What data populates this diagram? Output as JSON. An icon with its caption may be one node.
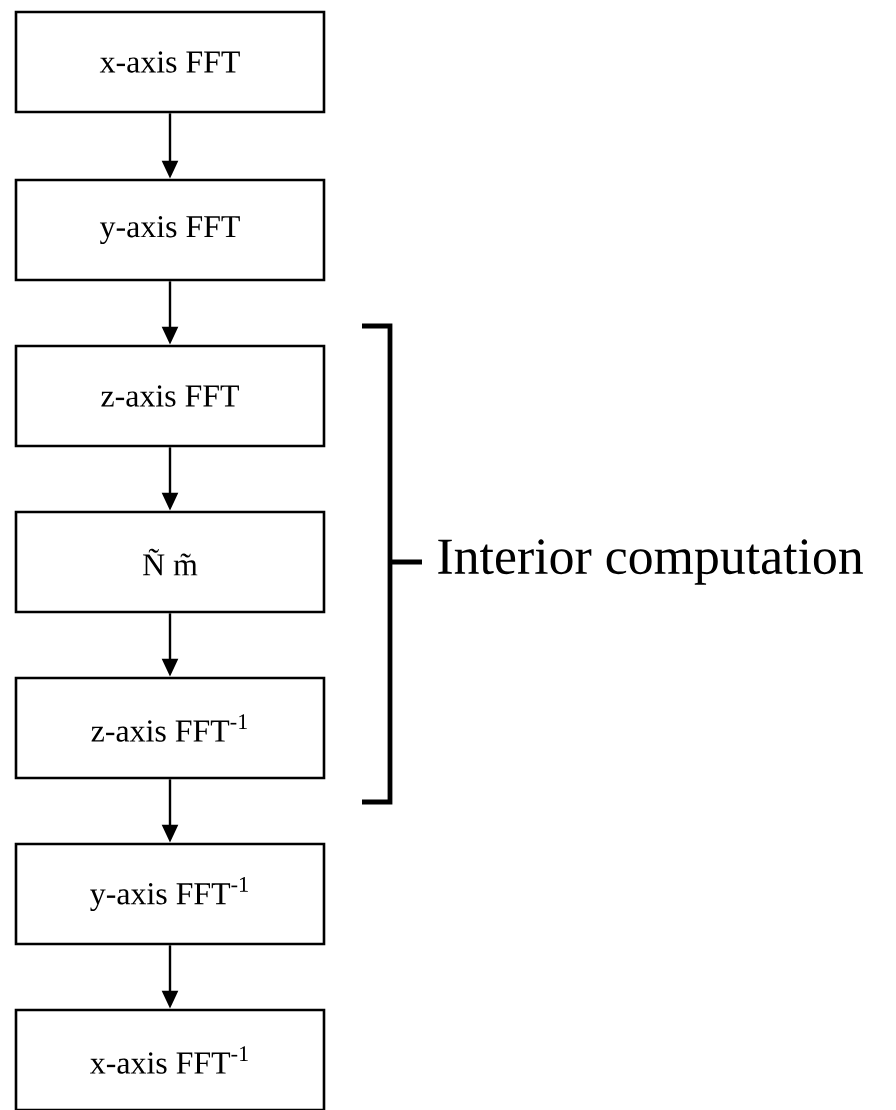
{
  "diagram": {
    "nodes": [
      {
        "text": [
          "x-axis FFT"
        ]
      },
      {
        "text": [
          "y-axis FFT"
        ]
      },
      {
        "text": [
          "z-axis FFT"
        ]
      },
      {
        "text": [
          "Ñ m̃"
        ]
      },
      {
        "text": [
          "z-axis FFT$^{-1}$"
        ]
      },
      {
        "text": [
          "y-axis FFT$^{-1}$"
        ]
      },
      {
        "text": [
          "x-axis FFT$^{-1}$"
        ]
      }
    ],
    "edges": [
      {
        "from": 0,
        "to": 1,
        "arrow": "to"
      },
      {
        "from": 1,
        "to": 2,
        "arrow": "to"
      },
      {
        "from": 2,
        "to": 3,
        "arrow": "to"
      },
      {
        "from": 3,
        "to": 4,
        "arrow": "to"
      },
      {
        "from": 4,
        "to": 5,
        "arrow": "to"
      },
      {
        "from": 5,
        "to": 6,
        "arrow": "to"
      }
    ],
    "labels": [
      "Interior computation"
    ]
  }
}
